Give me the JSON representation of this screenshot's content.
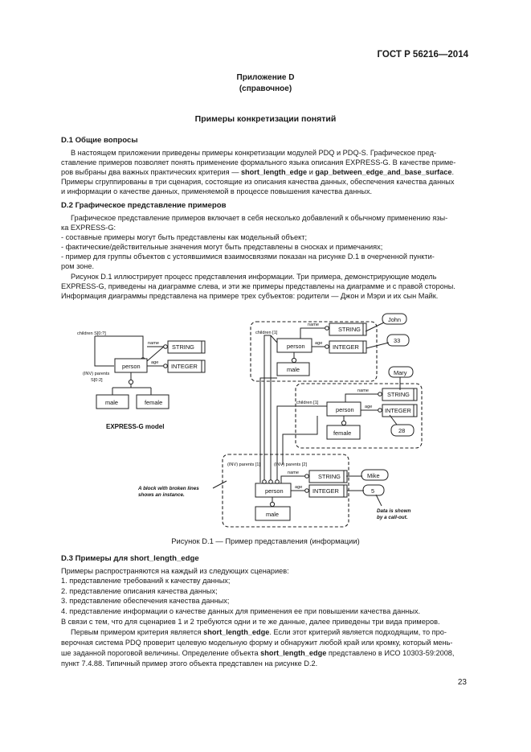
{
  "header": {
    "standard": "ГОСТ Р 56216—2014"
  },
  "annex": {
    "title": "Приложение D",
    "subtitle": "(справочное)"
  },
  "main_title": "Примеры конкретизации понятий",
  "d1": {
    "heading": "D.1 Общие вопросы",
    "line1": "В настоящем приложении приведены примеры конкретизации модулей PDQ и PDQ-S. Графическое пред-",
    "line2": "ставление примеров позволяет понять применение формального языка описания EXPRESS-G. В качестве приме-",
    "line3a": "ров выбраны два важных практических критерия — ",
    "line3b": "short_length_edge",
    "line3c": " и ",
    "line3d": "gap_between_edge_and_base_surface",
    "line3e": ".",
    "line4": "Примеры сгруппированы в три сценария, состоящие из описания качества данных, обеспечения качества данных",
    "line5": "и информации о качестве данных, применяемой в процессе повышения качества данных."
  },
  "d2": {
    "heading": "D.2 Графическое представление примеров",
    "line1": "Графическое представление примеров включает в себя несколько добавлений к обычному применению язы-",
    "line2": "ка EXPRESS-G:",
    "bullet1": "- составные примеры могут быть представлены как модельный объект;",
    "bullet2": "- фактические/действительные значения могут быть представлены в сносках и примечаниях;",
    "bullet3a": "- пример для группы объектов с устоявшимися взаимосвязями показан на рисунке D.1 в очерченной пункти-",
    "bullet3b": "ром зоне.",
    "para2_1": "Рисунок D.1 иллюстрирует процесс представления информации. Три примера, демонстрирующие модель",
    "para2_2": "EXPRESS-G, приведены на диаграмме слева, и эти же примеры представлены на диаграмме и с правой стороны.",
    "para2_3": "Информация диаграммы представлена на примере трех субъектов: родители — Джон и Мэри и их сын Майк."
  },
  "figure": {
    "caption": "Рисунок D.1 — Пример представления (информации)",
    "model_label": "EXPRESS-G model",
    "children_s": "children S[0:?]",
    "inv_parents_left_1": "(INV) parents",
    "inv_parents_left_2": "S[0:2]",
    "name": "name",
    "age": "age",
    "person": "person",
    "string": "STRING",
    "integer": "INTEGER",
    "male": "male",
    "female": "female",
    "children_1": "children [1]",
    "inv_parents_1": "(INV) parents [1]",
    "inv_parents_2": "(INV) parents [2]",
    "john": "John",
    "john_age": "33",
    "mary": "Mary",
    "mary_age": "28",
    "mike": "Mike",
    "mike_age": "5",
    "note_block_1": "A block with broken lines",
    "note_block_2": "shows an instance.",
    "note_callout_1": "Data is shown",
    "note_callout_2": "by a call-out."
  },
  "d3": {
    "heading": "D.3 Примеры для short_length_edge",
    "intro": "Примеры распространяются на каждый из следующих сценариев:",
    "item1": "1. представление требований к качеству данных;",
    "item2": "2. представление описания качества данных;",
    "item3": "3. представление обеспечения качества данных;",
    "item4": "4. представление информации о качестве данных для применения ее при повышении качества данных.",
    "para1": "В связи с тем, что для сценариев 1 и 2 требуются одни и те же данные, далее приведены три вида примеров.",
    "para2_1a": "Первым примером критерия является ",
    "para2_1b": "short_length_edge",
    "para2_1c": ". Если этот критерий является подходящим, то про-",
    "para2_2": "верочная система PDQ проверит целевую модельную форму и обнаружит любой край или кромку, который мень-",
    "para2_3a": "ше заданной пороговой величины. Определение объекта ",
    "para2_3b": "short_length_edge",
    "para2_3c": " представлено в ИСО 10303-59:2008,",
    "para2_4": "пункт 7.4.88. Типичный пример этого объекта представлен на рисунке D.2."
  },
  "page_number": "23"
}
